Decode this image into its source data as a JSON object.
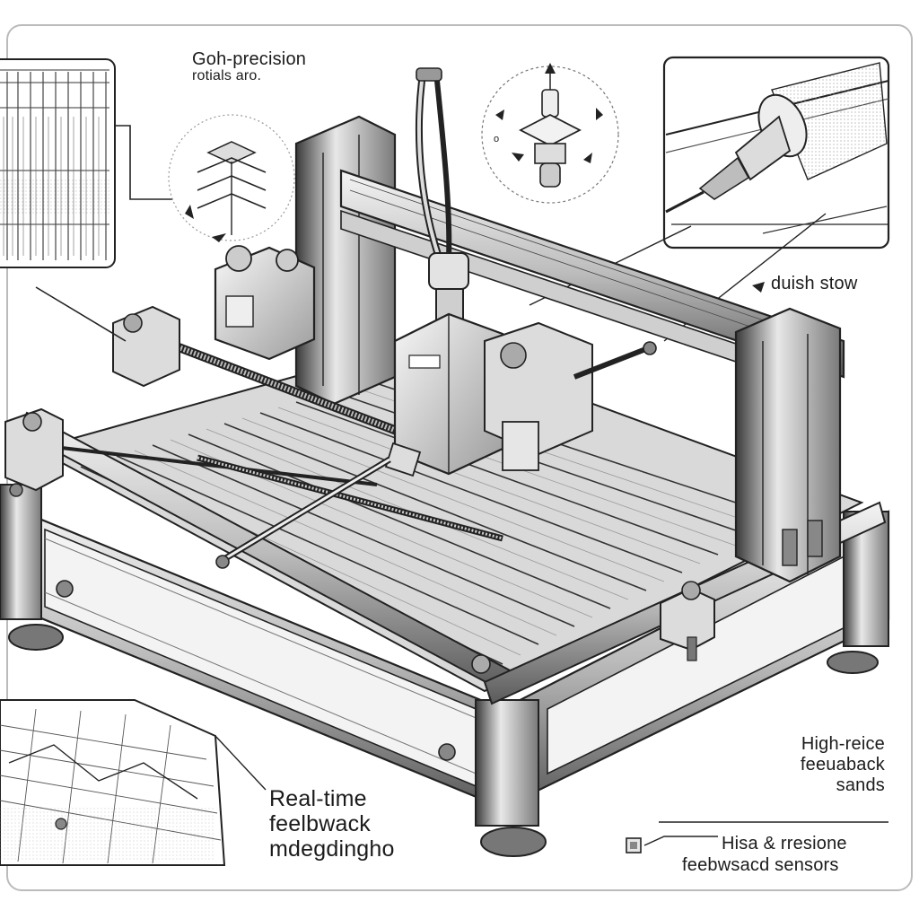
{
  "labels": {
    "top_left": [
      "Goh-precision",
      "rotials aro."
    ],
    "right_mid": "duish stow",
    "bottom_left": [
      "Real-time",
      "feelbwack",
      "mdegdingho"
    ],
    "bottom_right_upper": [
      "High-reice",
      "feeuaback",
      "sands"
    ],
    "bottom_right_lower": [
      "Hisa & rresione",
      "feebwsacd sensors"
    ]
  },
  "colors": {
    "ink": "#1a1a1a",
    "paper": "#ffffff",
    "metal_light": "#e9e9e9",
    "metal_mid": "#bdbdbd",
    "metal_dark": "#555555"
  },
  "icons": [
    "arrow-icon",
    "sensor-icon"
  ]
}
